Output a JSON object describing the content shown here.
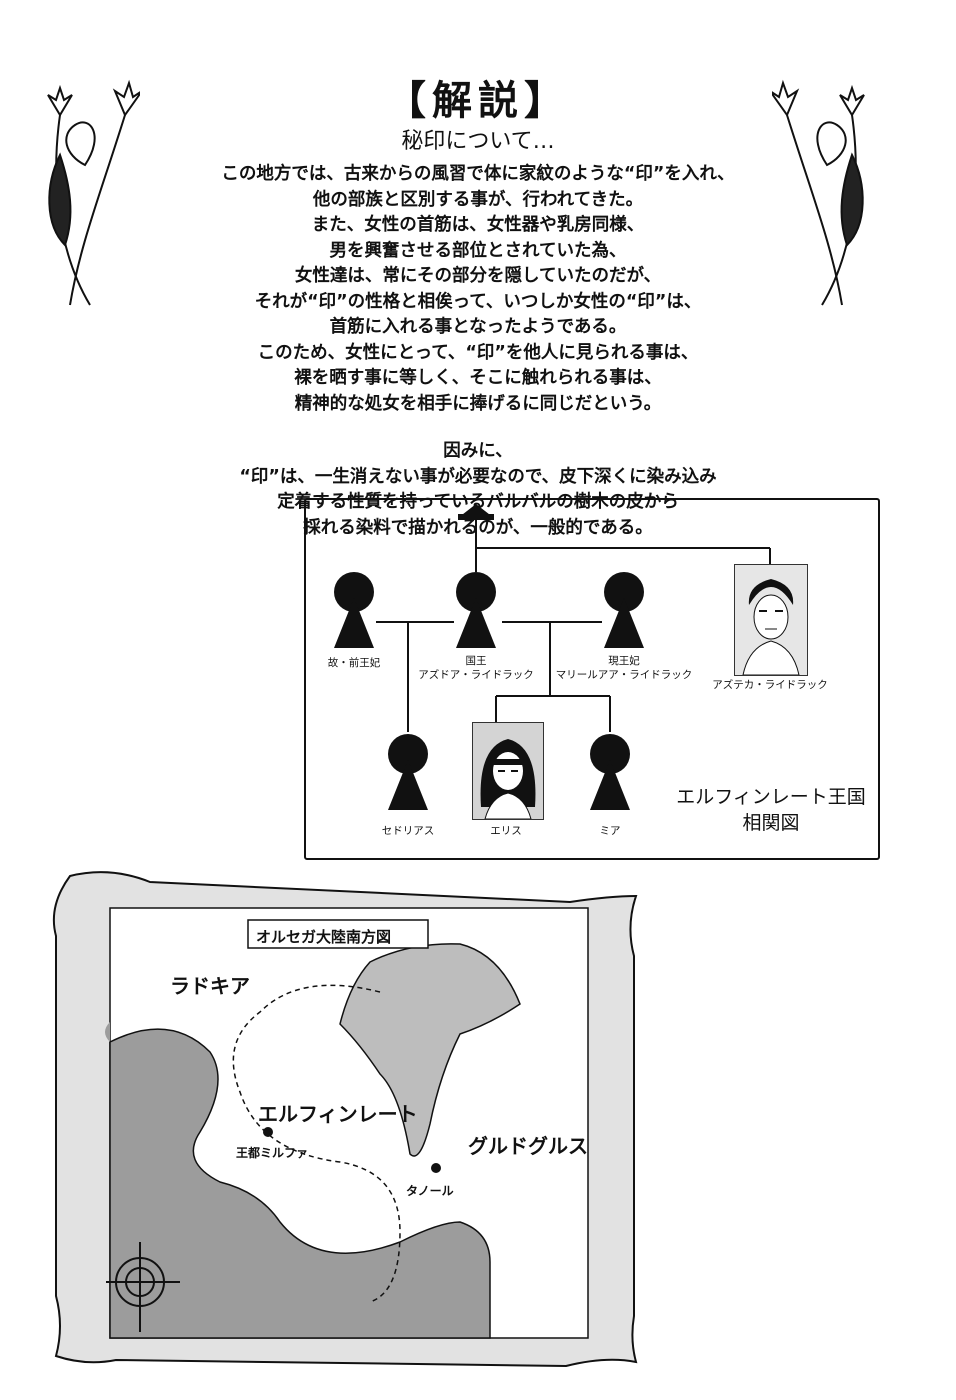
{
  "page": {
    "title": "【解説】",
    "subtitle": "秘印について…",
    "paragraph1": [
      "この地方では、古来からの風習で体に家紋のような“印”を入れ、",
      "他の部族と区別する事が、行われてきた。",
      "また、女性の首筋は、女性器や乳房同様、",
      "男を興奮させる部位とされていた為、",
      "女性達は、常にその部分を隠していたのだが、",
      "それが“印”の性格と相俟って、いつしか女性の“印”は、",
      "首筋に入れる事となったようである。",
      "このため、女性にとって、“印”を他人に見られる事は、",
      "裸を晒す事に等しく、そこに触れられる事は、",
      "精神的な処女を相手に捧げるに同じだという。"
    ],
    "paragraph2": [
      "因みに、",
      "“印”は、一生消えない事が必要なので、皮下深くに染み込み",
      "定着する性質を持っているバルバルの樹木の皮から",
      "採れる染料で描かれるのが、一般的である。"
    ]
  },
  "chart": {
    "people": {
      "former_queen": "故・前王妃",
      "king_title": "国王",
      "king_name": "アズドア・ライドラック",
      "queen_title": "現王妃",
      "queen_name": "マリールアア・ライドラック",
      "azteca": "アズテカ・ライドラック",
      "sedrias": "セドリアス",
      "eris": "エリス",
      "mia": "ミア"
    },
    "title_line1": "エルフィンレート王国",
    "title_line2": "相関図"
  },
  "map": {
    "title": "オルセガ大陸南方図",
    "regions": {
      "radikia": "ラドキア",
      "elfinlate": "エルフィンレート",
      "guldgulus": "グルドグルス"
    },
    "cities": {
      "capital": "王都ミルファ",
      "tanol": "タノール"
    }
  }
}
